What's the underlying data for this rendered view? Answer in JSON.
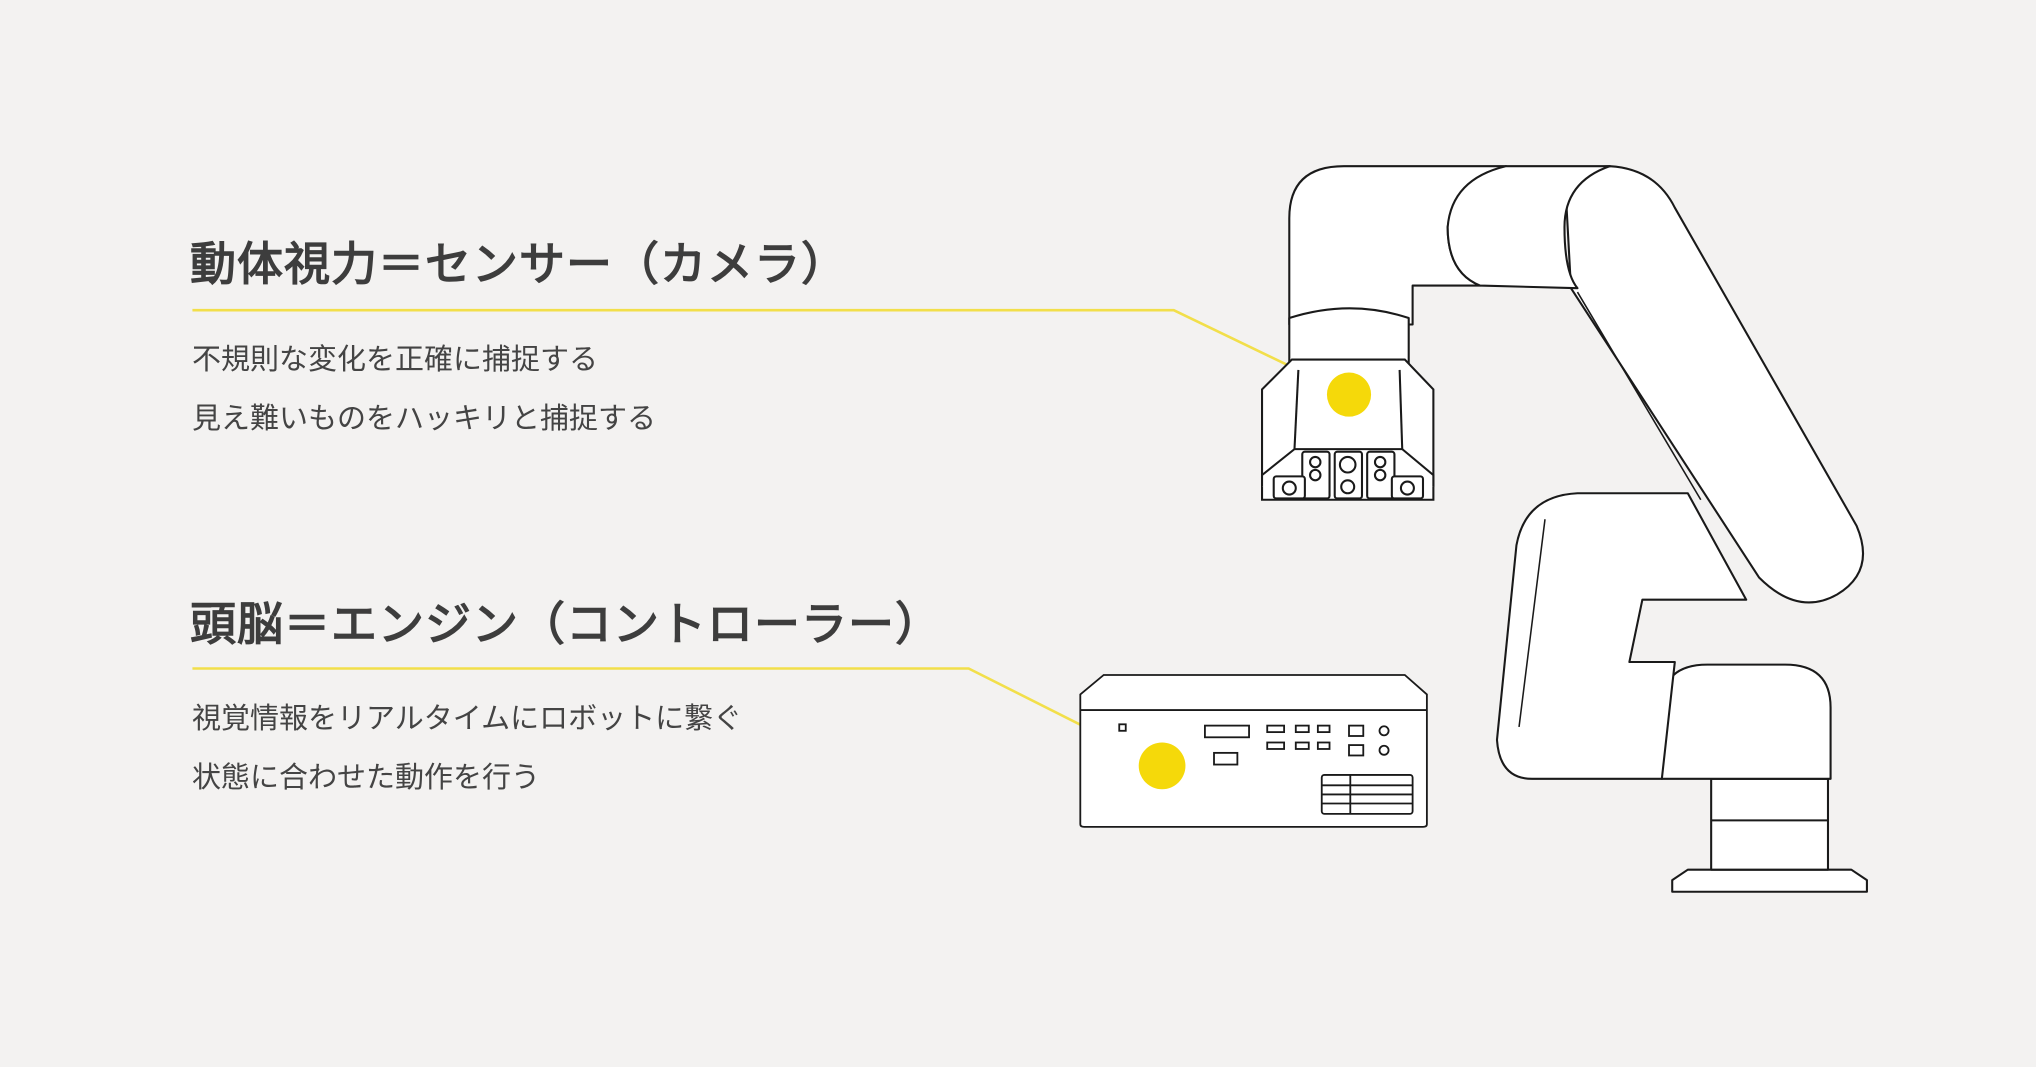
{
  "sections": [
    {
      "title": "動体視力＝センサー（カメラ）",
      "lines": [
        "不規則な変化を正確に捕捉する",
        "見え難いものをハッキリと捕捉する"
      ]
    },
    {
      "title": "頭脳＝エンジン（コントローラー）",
      "lines": [
        "視覚情報をリアルタイムにロボットに繋ぐ",
        "状態に合わせた動作を行う"
      ]
    }
  ],
  "colors": {
    "accent": "#f5d90a",
    "background": "#f3f2f1",
    "outline": "#1a1a1a"
  }
}
